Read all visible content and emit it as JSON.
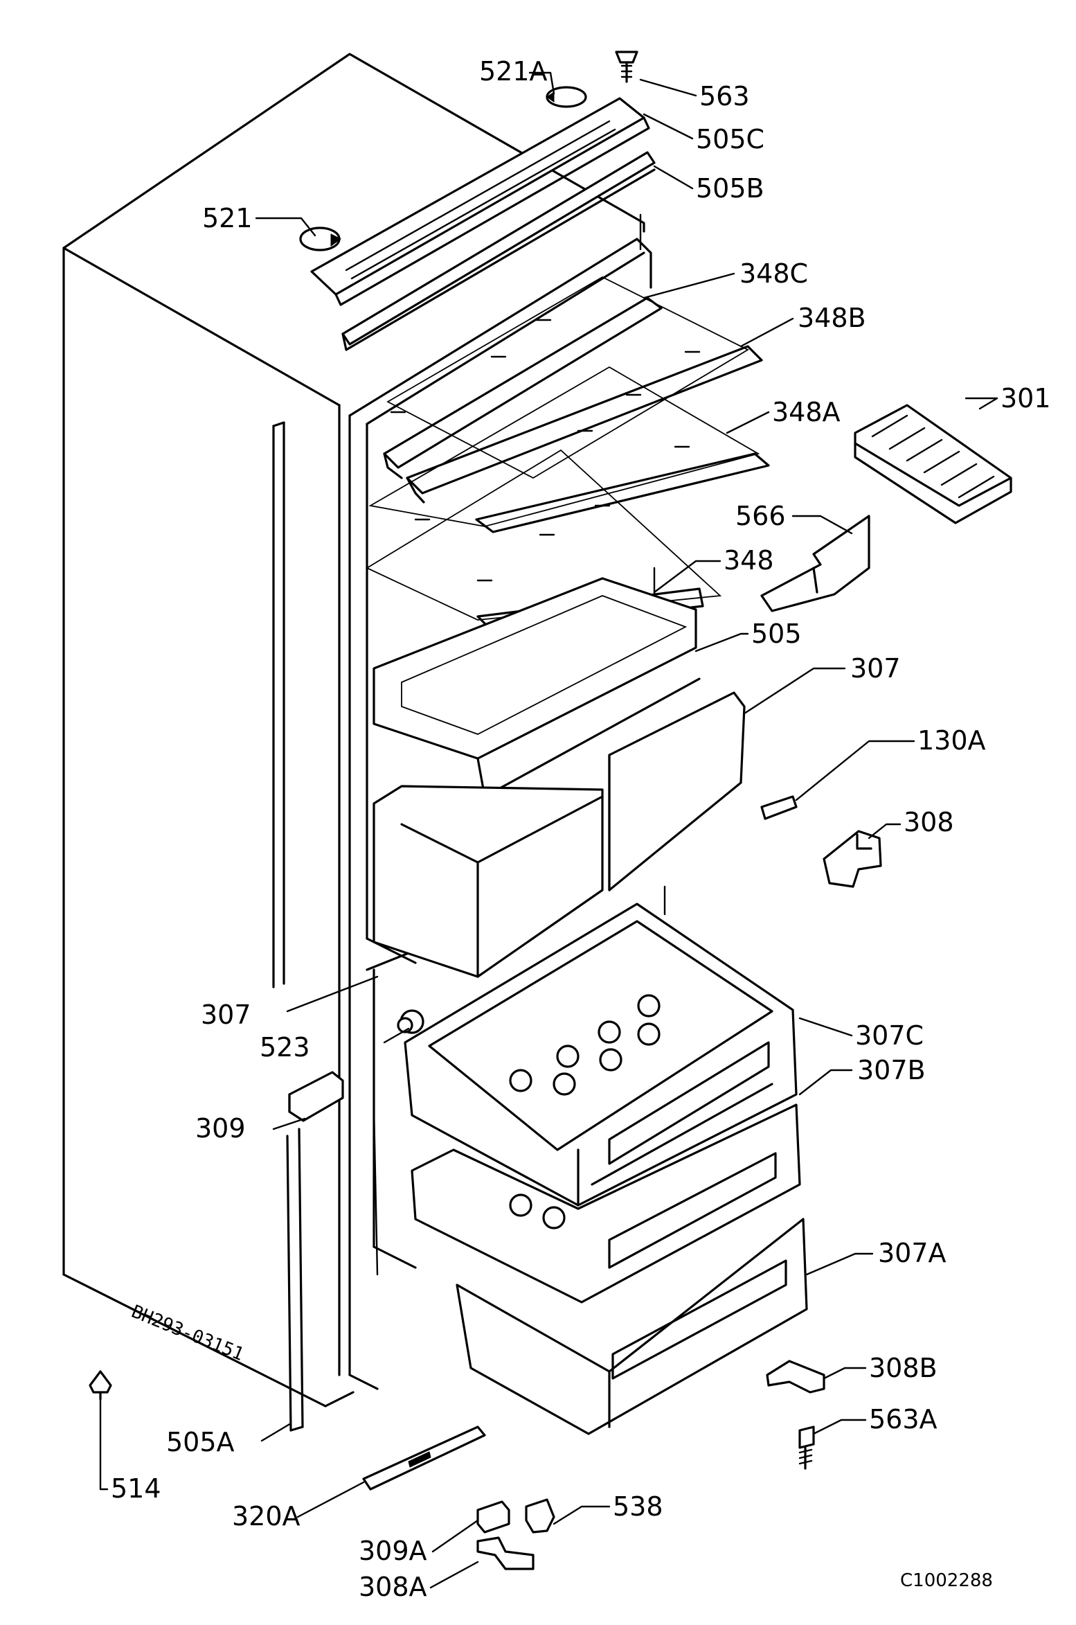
{
  "drawing_code": "C1002288",
  "serial_stamp": "BH293-03151",
  "labels": {
    "l521A": "521A",
    "l563": "563",
    "l505C": "505C",
    "l505B": "505B",
    "l521": "521",
    "l348C": "348C",
    "l348B": "348B",
    "l348A": "348A",
    "l301": "301",
    "l566": "566",
    "l348": "348",
    "l505": "505",
    "l307top": "307",
    "l130A": "130A",
    "l308": "308",
    "l307left": "307",
    "l523": "523",
    "l307C": "307C",
    "l307B": "307B",
    "l309": "309",
    "l307A": "307A",
    "l308B": "308B",
    "l563A": "563A",
    "l505A": "505A",
    "l514": "514",
    "l320A": "320A",
    "l538": "538",
    "l309A": "309A",
    "l308A": "308A"
  }
}
